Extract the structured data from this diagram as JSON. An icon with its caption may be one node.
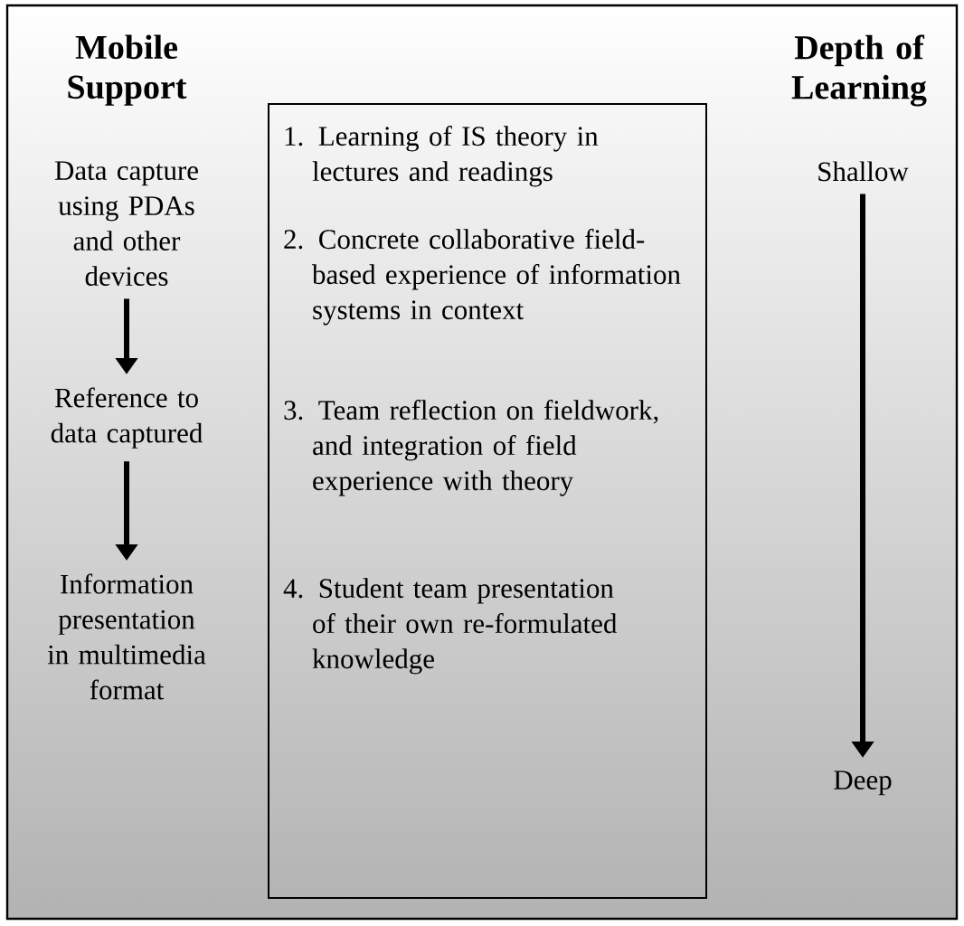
{
  "diagram": {
    "nodes": [
      {
        "text": [
          "Data capture using PDAs and other devices"
        ]
      },
      {
        "text": [
          "Reference to data captured"
        ]
      },
      {
        "text": [
          "Information presentation in multimedia format"
        ]
      },
      {
        "text": [
          "1. Learning of IS theory in lectures and readings",
          "2. Concrete collaborative field-based experience of information systems in context",
          "3. Team reflection on fieldwork, and integration of field experience with theory",
          "4. Student team presentation of their own re-formulated knowledge"
        ]
      },
      {
        "text": [
          "Shallow"
        ]
      },
      {
        "text": [
          "Deep"
        ]
      }
    ],
    "edges": [
      {
        "from": 0,
        "to": 1,
        "arrow": "to"
      },
      {
        "from": 1,
        "to": 2,
        "arrow": "to"
      },
      {
        "from": 4,
        "to": 5,
        "arrow": "to"
      }
    ],
    "labels": [
      "Mobile Support",
      "Depth of Learning"
    ]
  }
}
